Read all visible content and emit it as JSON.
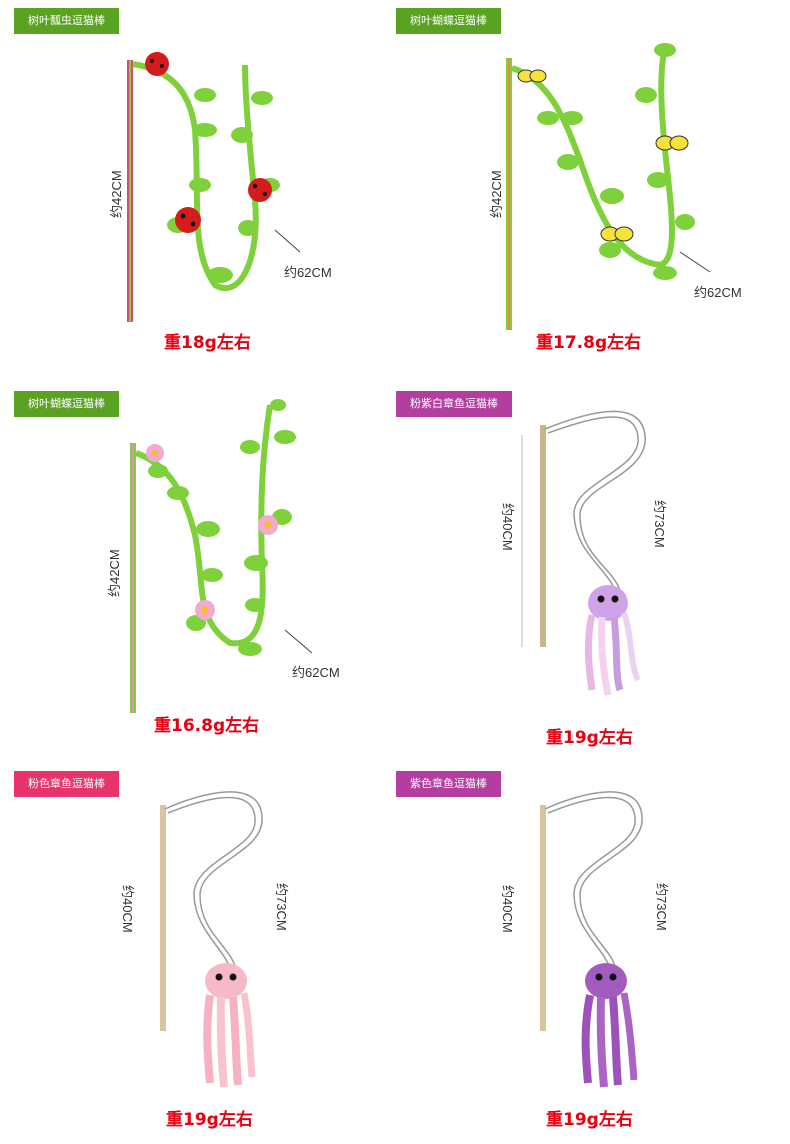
{
  "colors": {
    "tag_green": "#5aa322",
    "tag_pink": "#e8346b",
    "tag_purple": "#b33ea0",
    "weight_red": "#e60012",
    "leaf_green": "#7fd13b"
  },
  "products": [
    {
      "tag": "树叶瓢虫逗猫棒",
      "tag_color": "green",
      "dim_stick": "约42CM",
      "dim_string": "约62CM",
      "weight": "重18g左右",
      "icon": "ladybug-icon"
    },
    {
      "tag": "树叶蝴蝶逗猫棒",
      "tag_color": "green",
      "dim_stick": "约42CM",
      "dim_string": "约62CM",
      "weight": "重17.8g左右",
      "icon": "butterfly-icon"
    },
    {
      "tag": "树叶蝴蝶逗猫棒",
      "tag_color": "green",
      "dim_stick": "约42CM",
      "dim_string": "约62CM",
      "weight": "重16.8g左右",
      "icon": "flower-icon"
    },
    {
      "tag": "粉紫白章鱼逗猫棒",
      "tag_color": "purple",
      "dim_stick": "约40CM",
      "dim_string": "约73CM",
      "weight": "重19g左右",
      "icon": "octopus-icon"
    },
    {
      "tag": "粉色章鱼逗猫棒",
      "tag_color": "pink",
      "dim_stick": "约40CM",
      "dim_string": "约73CM",
      "weight": "重19g左右",
      "icon": "octopus-icon"
    },
    {
      "tag": "紫色章鱼逗猫棒",
      "tag_color": "purple",
      "dim_stick": "约40CM",
      "dim_string": "约73CM",
      "weight": "重19g左右",
      "icon": "octopus-icon"
    }
  ]
}
